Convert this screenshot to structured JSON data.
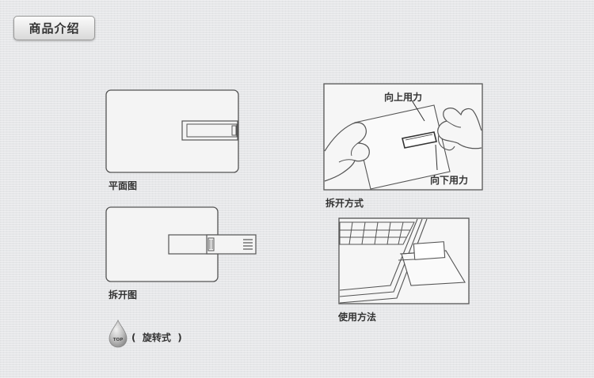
{
  "header": {
    "title": "商品介绍"
  },
  "figures": {
    "plan_caption": "平面图",
    "open_caption": "拆开图",
    "method_caption": "拆开方式",
    "usage_caption": "使用方法",
    "pull_up_label": "向上用力",
    "pull_down_label": "向下用力"
  },
  "footer": {
    "badge_text": "TOP",
    "paren_open": "(",
    "rotate_label": "旋转式",
    "paren_close": ")"
  }
}
